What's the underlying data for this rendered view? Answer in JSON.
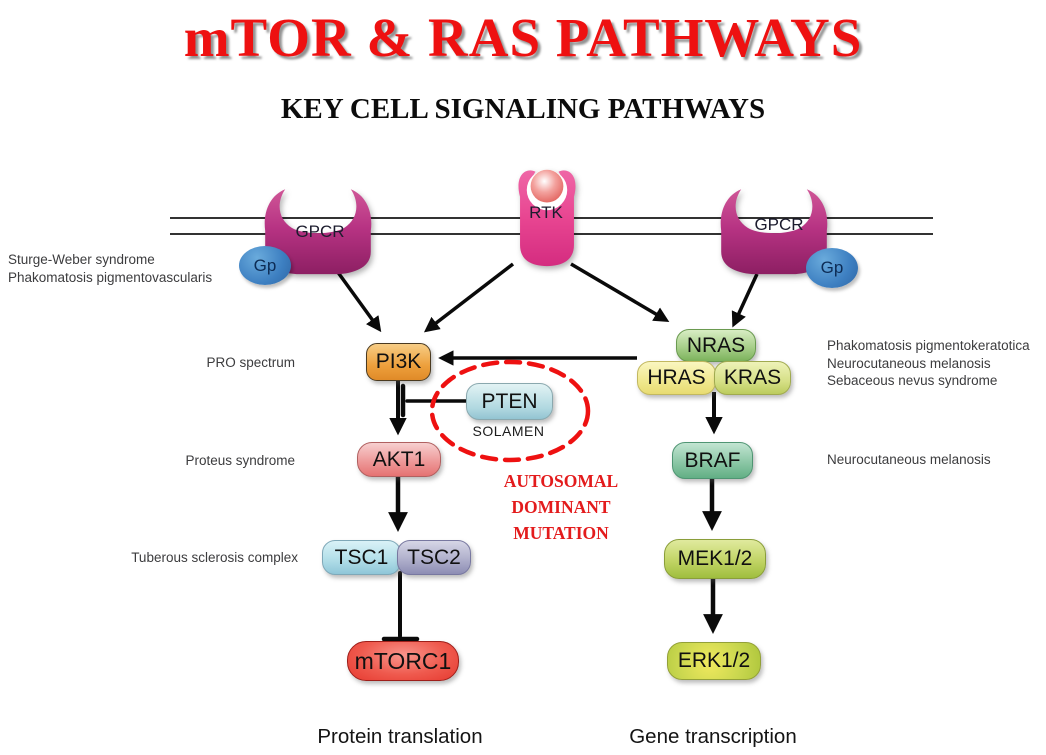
{
  "title": "mTOR & RAS PATHWAYS",
  "subtitle": "KEY CELL SIGNALING PATHWAYS",
  "receptors": {
    "gpcr_left": "GPCR",
    "gp_left": "Gp",
    "rtk": "RTK",
    "gpcr_right": "GPCR",
    "gp_right": "Gp"
  },
  "nodes": {
    "pi3k": "PI3K",
    "pten": "PTEN",
    "pten_sub": "SOLAMEN",
    "akt1": "AKT1",
    "tsc1": "TSC1",
    "tsc2": "TSC2",
    "mtorc1": "mTORC1",
    "nras": "NRAS",
    "hras": "HRAS",
    "kras": "KRAS",
    "braf": "BRAF",
    "mek12": "MEK1/2",
    "erk12": "ERK1/2"
  },
  "annotations": {
    "left_top_line1": "Sturge-Weber syndrome",
    "left_top_line2": "Phakomatosis pigmentovascularis",
    "pro_spectrum": "PRO spectrum",
    "proteus": "Proteus syndrome",
    "tuberous": "Tuberous sclerosis complex",
    "right_top_line1": "Phakomatosis pigmentokeratotica",
    "right_top_line2": "Neurocutaneous melanosis",
    "right_top_line3": "Sebaceous nevus syndrome",
    "right_mid": "Neurocutaneous melanosis",
    "mutation_note": "AUTOSOMAL DOMINANT MUTATION"
  },
  "outcomes": {
    "left": "Protein translation",
    "right": "Gene transcription"
  },
  "edges": [
    {
      "from": "GPCR-left",
      "to": "PI3K",
      "type": "activates"
    },
    {
      "from": "RTK",
      "to": "PI3K",
      "type": "activates"
    },
    {
      "from": "RTK",
      "to": "NRAS",
      "type": "activates"
    },
    {
      "from": "GPCR-right",
      "to": "NRAS",
      "type": "activates"
    },
    {
      "from": "HRAS/KRAS",
      "to": "PI3K",
      "type": "activates"
    },
    {
      "from": "PTEN",
      "to": "PI3K-AKT1 axis",
      "type": "inhibits"
    },
    {
      "from": "PI3K",
      "to": "AKT1",
      "type": "activates"
    },
    {
      "from": "AKT1",
      "to": "TSC1/TSC2",
      "type": "activates"
    },
    {
      "from": "TSC1/TSC2",
      "to": "mTORC1",
      "type": "inhibits"
    },
    {
      "from": "RAS",
      "to": "BRAF",
      "type": "activates"
    },
    {
      "from": "BRAF",
      "to": "MEK1/2",
      "type": "activates"
    },
    {
      "from": "MEK1/2",
      "to": "ERK1/2",
      "type": "activates"
    }
  ],
  "colors": {
    "title_red": "#ee1111",
    "mutation_red": "#e31b1c",
    "receptor_magenta": "#b73383",
    "rtk_pink": "#e84591",
    "gp_blue": "#3d7fc1",
    "pi3k_orange": "#eda03c",
    "pten_cyan": "#b0d8e0",
    "akt1_pink": "#ee9a9a",
    "tsc1_cyan": "#b3dfe9",
    "tsc2_lavender": "#b0b0cc",
    "mtorc1_red": "#ef5a4e",
    "nras_green": "#a8cf8a",
    "hras_yellow": "#f0e88e",
    "kras_yellowgreen": "#d6e087",
    "braf_teal": "#8cc7a6",
    "mek_green": "#c1d465",
    "erk_green": "#c8d64e"
  }
}
